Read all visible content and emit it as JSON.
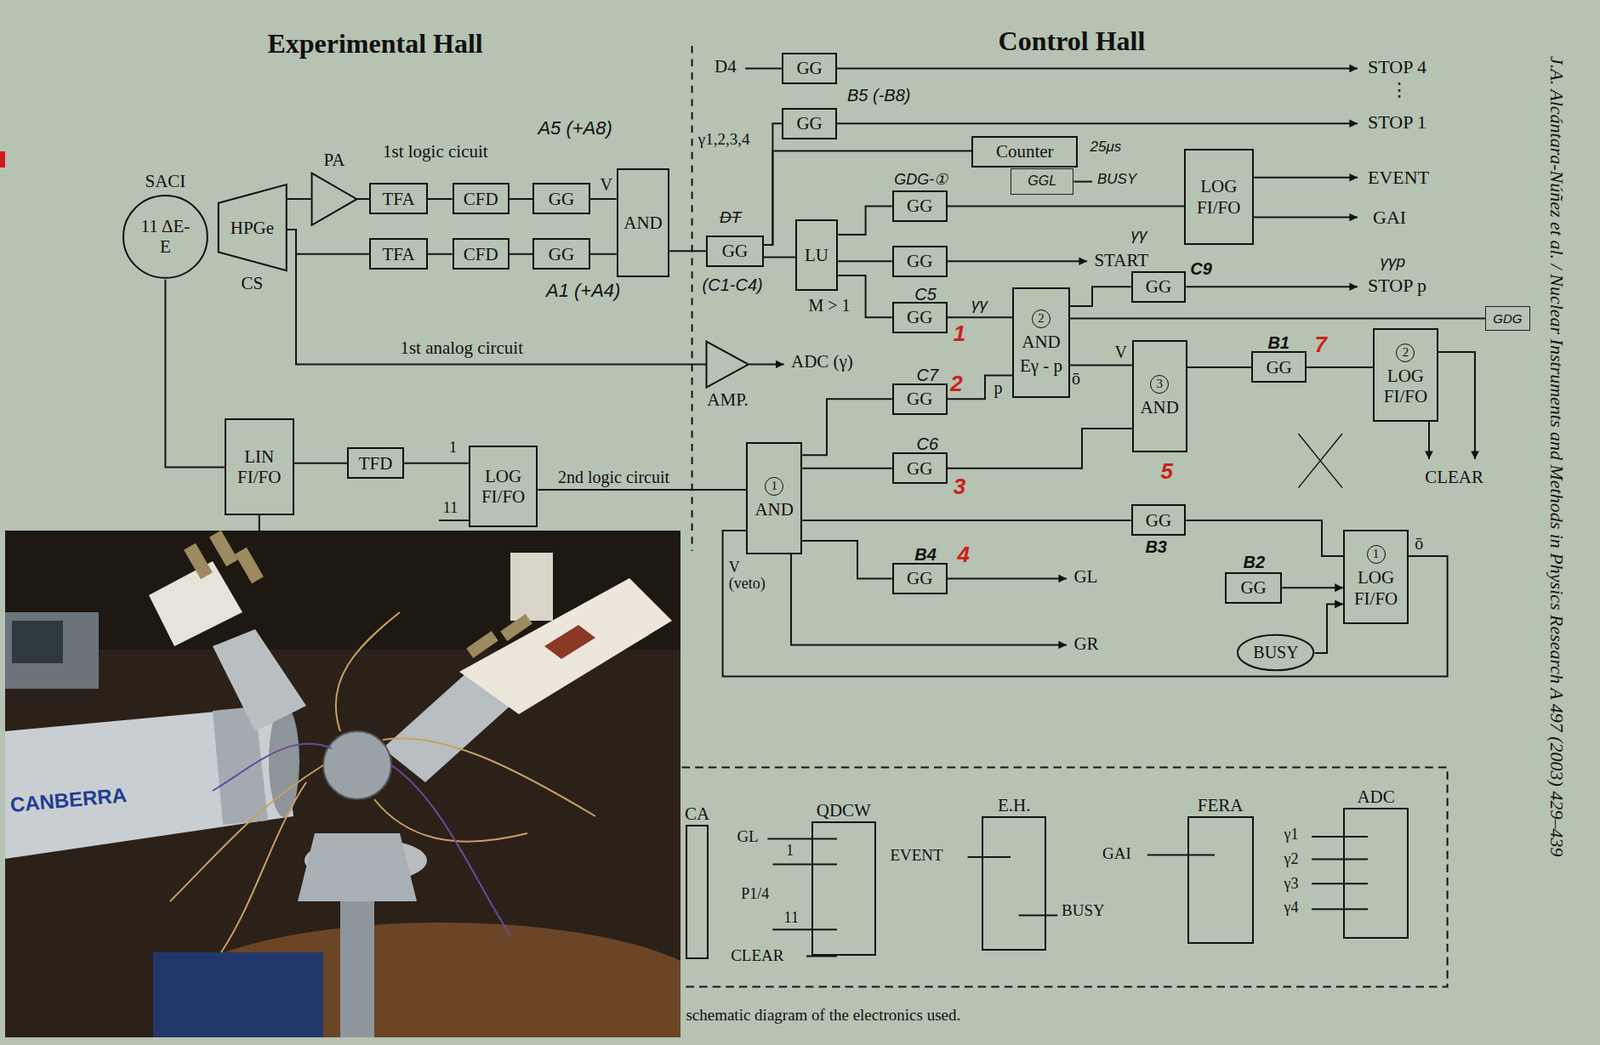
{
  "diagram": {
    "caption": "schematic diagram of the electronics used.",
    "nodes": [
      {
        "text": [
          "SACI",
          "11 ΔE-E"
        ]
      },
      {
        "text": [
          "HPGe",
          "CS"
        ]
      },
      {
        "text": [
          "PA"
        ]
      },
      {
        "text": [
          "TFA"
        ]
      },
      {
        "text": [
          "CFD"
        ]
      },
      {
        "text": [
          "GG"
        ]
      },
      {
        "text": [
          "TFA"
        ]
      },
      {
        "text": [
          "CFD"
        ]
      },
      {
        "text": [
          "GG"
        ]
      },
      {
        "text": [
          "AND"
        ]
      },
      {
        "text": [
          "GG"
        ]
      },
      {
        "text": [
          "LU"
        ]
      },
      {
        "text": [
          "GG"
        ]
      },
      {
        "text": [
          "GG"
        ]
      },
      {
        "text": [
          "Counter"
        ]
      },
      {
        "text": [
          "GG"
        ]
      },
      {
        "text": [
          "GGL"
        ]
      },
      {
        "text": [
          "GG"
        ]
      },
      {
        "text": [
          "GG"
        ]
      },
      {
        "text": [
          "2",
          "AND",
          "Eγ - p"
        ]
      },
      {
        "text": [
          "GG"
        ]
      },
      {
        "text": [
          "GG"
        ]
      },
      {
        "text": [
          "LOG FI/FO"
        ]
      },
      {
        "text": [
          "3",
          "AND"
        ]
      },
      {
        "text": [
          "GG"
        ]
      },
      {
        "text": [
          "2",
          "LOG FI/FO"
        ]
      },
      {
        "text": [
          "GG"
        ]
      },
      {
        "text": [
          "1",
          "AND"
        ]
      },
      {
        "text": [
          "GG"
        ]
      },
      {
        "text": [
          "GG"
        ]
      },
      {
        "text": [
          "GG"
        ]
      },
      {
        "text": [
          "1",
          "LOG FI/FO"
        ]
      },
      {
        "text": [
          "BUSY"
        ]
      },
      {
        "text": [
          "LIN FI/FO"
        ]
      },
      {
        "text": [
          "TFD"
        ]
      },
      {
        "text": [
          "LOG FI/FO"
        ]
      },
      {
        "text": [
          "AMP."
        ]
      },
      {
        "text": [
          "GDG"
        ]
      },
      {
        "text": [
          "CA"
        ]
      },
      {
        "text": [
          "QDCW"
        ]
      },
      {
        "text": [
          "E.H."
        ]
      },
      {
        "text": [
          "FERA"
        ]
      },
      {
        "text": [
          "ADC"
        ]
      }
    ],
    "edges": [
      {
        "from": 0,
        "to": 33,
        "arrow": "none"
      },
      {
        "from": 1,
        "to": 2,
        "arrow": "none"
      },
      {
        "from": 2,
        "to": 3,
        "arrow": "none"
      },
      {
        "from": 1,
        "to": 6,
        "arrow": "none"
      },
      {
        "from": 1,
        "to": 36,
        "arrow": "none"
      },
      {
        "from": 3,
        "to": 4,
        "arrow": "none"
      },
      {
        "from": 4,
        "to": 5,
        "arrow": "none"
      },
      {
        "from": 6,
        "to": 7,
        "arrow": "none"
      },
      {
        "from": 7,
        "to": 8,
        "arrow": "none"
      },
      {
        "from": 5,
        "to": 9,
        "arrow": "none"
      },
      {
        "from": 8,
        "to": 9,
        "arrow": "none"
      },
      {
        "from": 9,
        "to": 10,
        "arrow": "none"
      },
      {
        "from": 10,
        "to": 11,
        "arrow": "none"
      },
      {
        "from": 10,
        "to": 13,
        "arrow": "none"
      },
      {
        "from": 10,
        "to": 14,
        "arrow": "none"
      },
      {
        "from": 11,
        "to": 15,
        "arrow": "none"
      },
      {
        "from": 11,
        "to": 17,
        "arrow": "none"
      },
      {
        "from": 11,
        "to": 18,
        "arrow": "none"
      },
      {
        "from": 18,
        "to": 19,
        "label": "γγ",
        "arrow": "none"
      },
      {
        "from": 21,
        "to": 19,
        "label": "p",
        "arrow": "none"
      },
      {
        "from": 27,
        "to": 21,
        "arrow": "none"
      },
      {
        "from": 27,
        "to": 26,
        "arrow": "none"
      },
      {
        "from": 27,
        "to": 28,
        "arrow": "none"
      },
      {
        "from": 27,
        "to": 29,
        "arrow": "none"
      },
      {
        "from": 31,
        "to": 27,
        "arrow": "none"
      },
      {
        "from": 35,
        "to": 27,
        "label": "2nd logic circuit",
        "arrow": "none"
      },
      {
        "from": 33,
        "to": 34,
        "arrow": "none"
      },
      {
        "from": 34,
        "to": 35,
        "arrow": "none"
      },
      {
        "from": 19,
        "to": 20,
        "arrow": "none"
      },
      {
        "from": 19,
        "to": 23,
        "arrow": "none"
      },
      {
        "from": 26,
        "to": 23,
        "arrow": "none"
      },
      {
        "from": 23,
        "to": 24,
        "arrow": "none"
      },
      {
        "from": 24,
        "to": 25,
        "arrow": "none"
      },
      {
        "from": 28,
        "to": 31,
        "arrow": "none"
      },
      {
        "from": 30,
        "to": 31,
        "arrow": "to"
      },
      {
        "from": 32,
        "to": 31,
        "arrow": "to"
      },
      {
        "from": 19,
        "to": 37,
        "arrow": "none"
      },
      {
        "from": 15,
        "to": 22,
        "arrow": "none"
      }
    ],
    "labels": [
      "Experimental Hall",
      "Control Hall",
      "1st logic cicuit",
      "A5 (+A8)",
      "V",
      "A1 (+A4)",
      "1st analog circuit",
      "DT",
      "(C1-C4)",
      "D4",
      "γ1,2,3,4",
      "B5 (-B8)",
      "STOP 4",
      "⋮",
      "STOP 1",
      "25μs",
      "BUSY",
      "EVENT",
      "GAI",
      "GDG-①",
      "γγ",
      "START",
      "C9",
      "γγp",
      "STOP p",
      "M > 1",
      "C5",
      "1",
      "C7",
      "2",
      "ō",
      "V",
      "ADC (γ)",
      "C6",
      "3",
      "5",
      "B3",
      "B4",
      "4",
      "B1",
      "7",
      "B2",
      "ō",
      "CLEAR",
      "GL",
      "GR",
      "V (veto)",
      "1",
      "11",
      "GL",
      "1",
      "P1/4",
      "11",
      "CLEAR",
      "EVENT",
      "BUSY",
      "GAI",
      "γ1",
      "γ2",
      "γ3",
      "γ4",
      "J.A. Alcántara-Núñez et al. / Nuclear Instruments and Methods in Physics Research A 497 (2003) 429–439",
      "CANBERRA"
    ]
  }
}
